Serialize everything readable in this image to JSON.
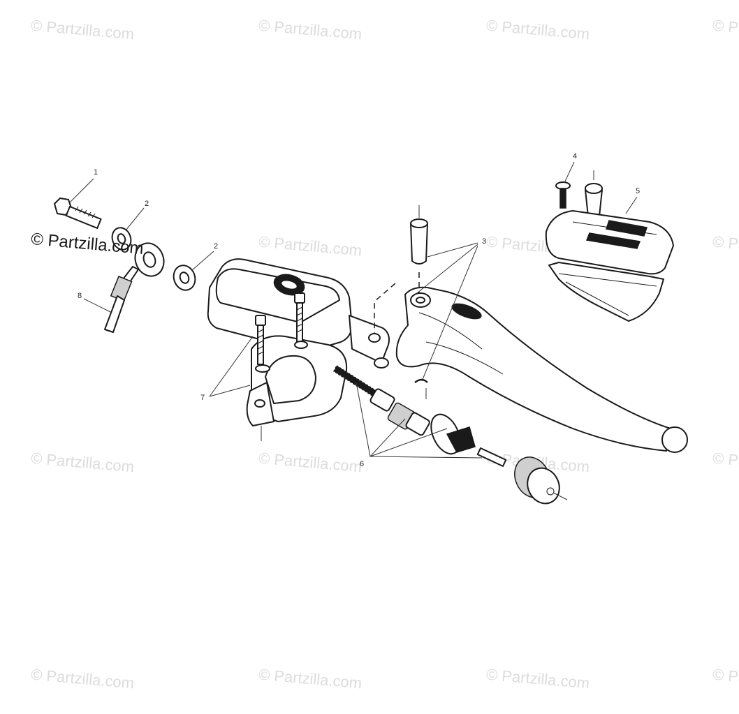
{
  "watermark": {
    "text": "© Partzilla.com",
    "featured_text": "© Partzilla.com"
  },
  "callouts": {
    "c1": "1",
    "c2a": "2",
    "c2b": "2",
    "c3": "3",
    "c4": "4",
    "c5": "5",
    "c6": "6",
    "c7": "7",
    "c8": "8"
  }
}
